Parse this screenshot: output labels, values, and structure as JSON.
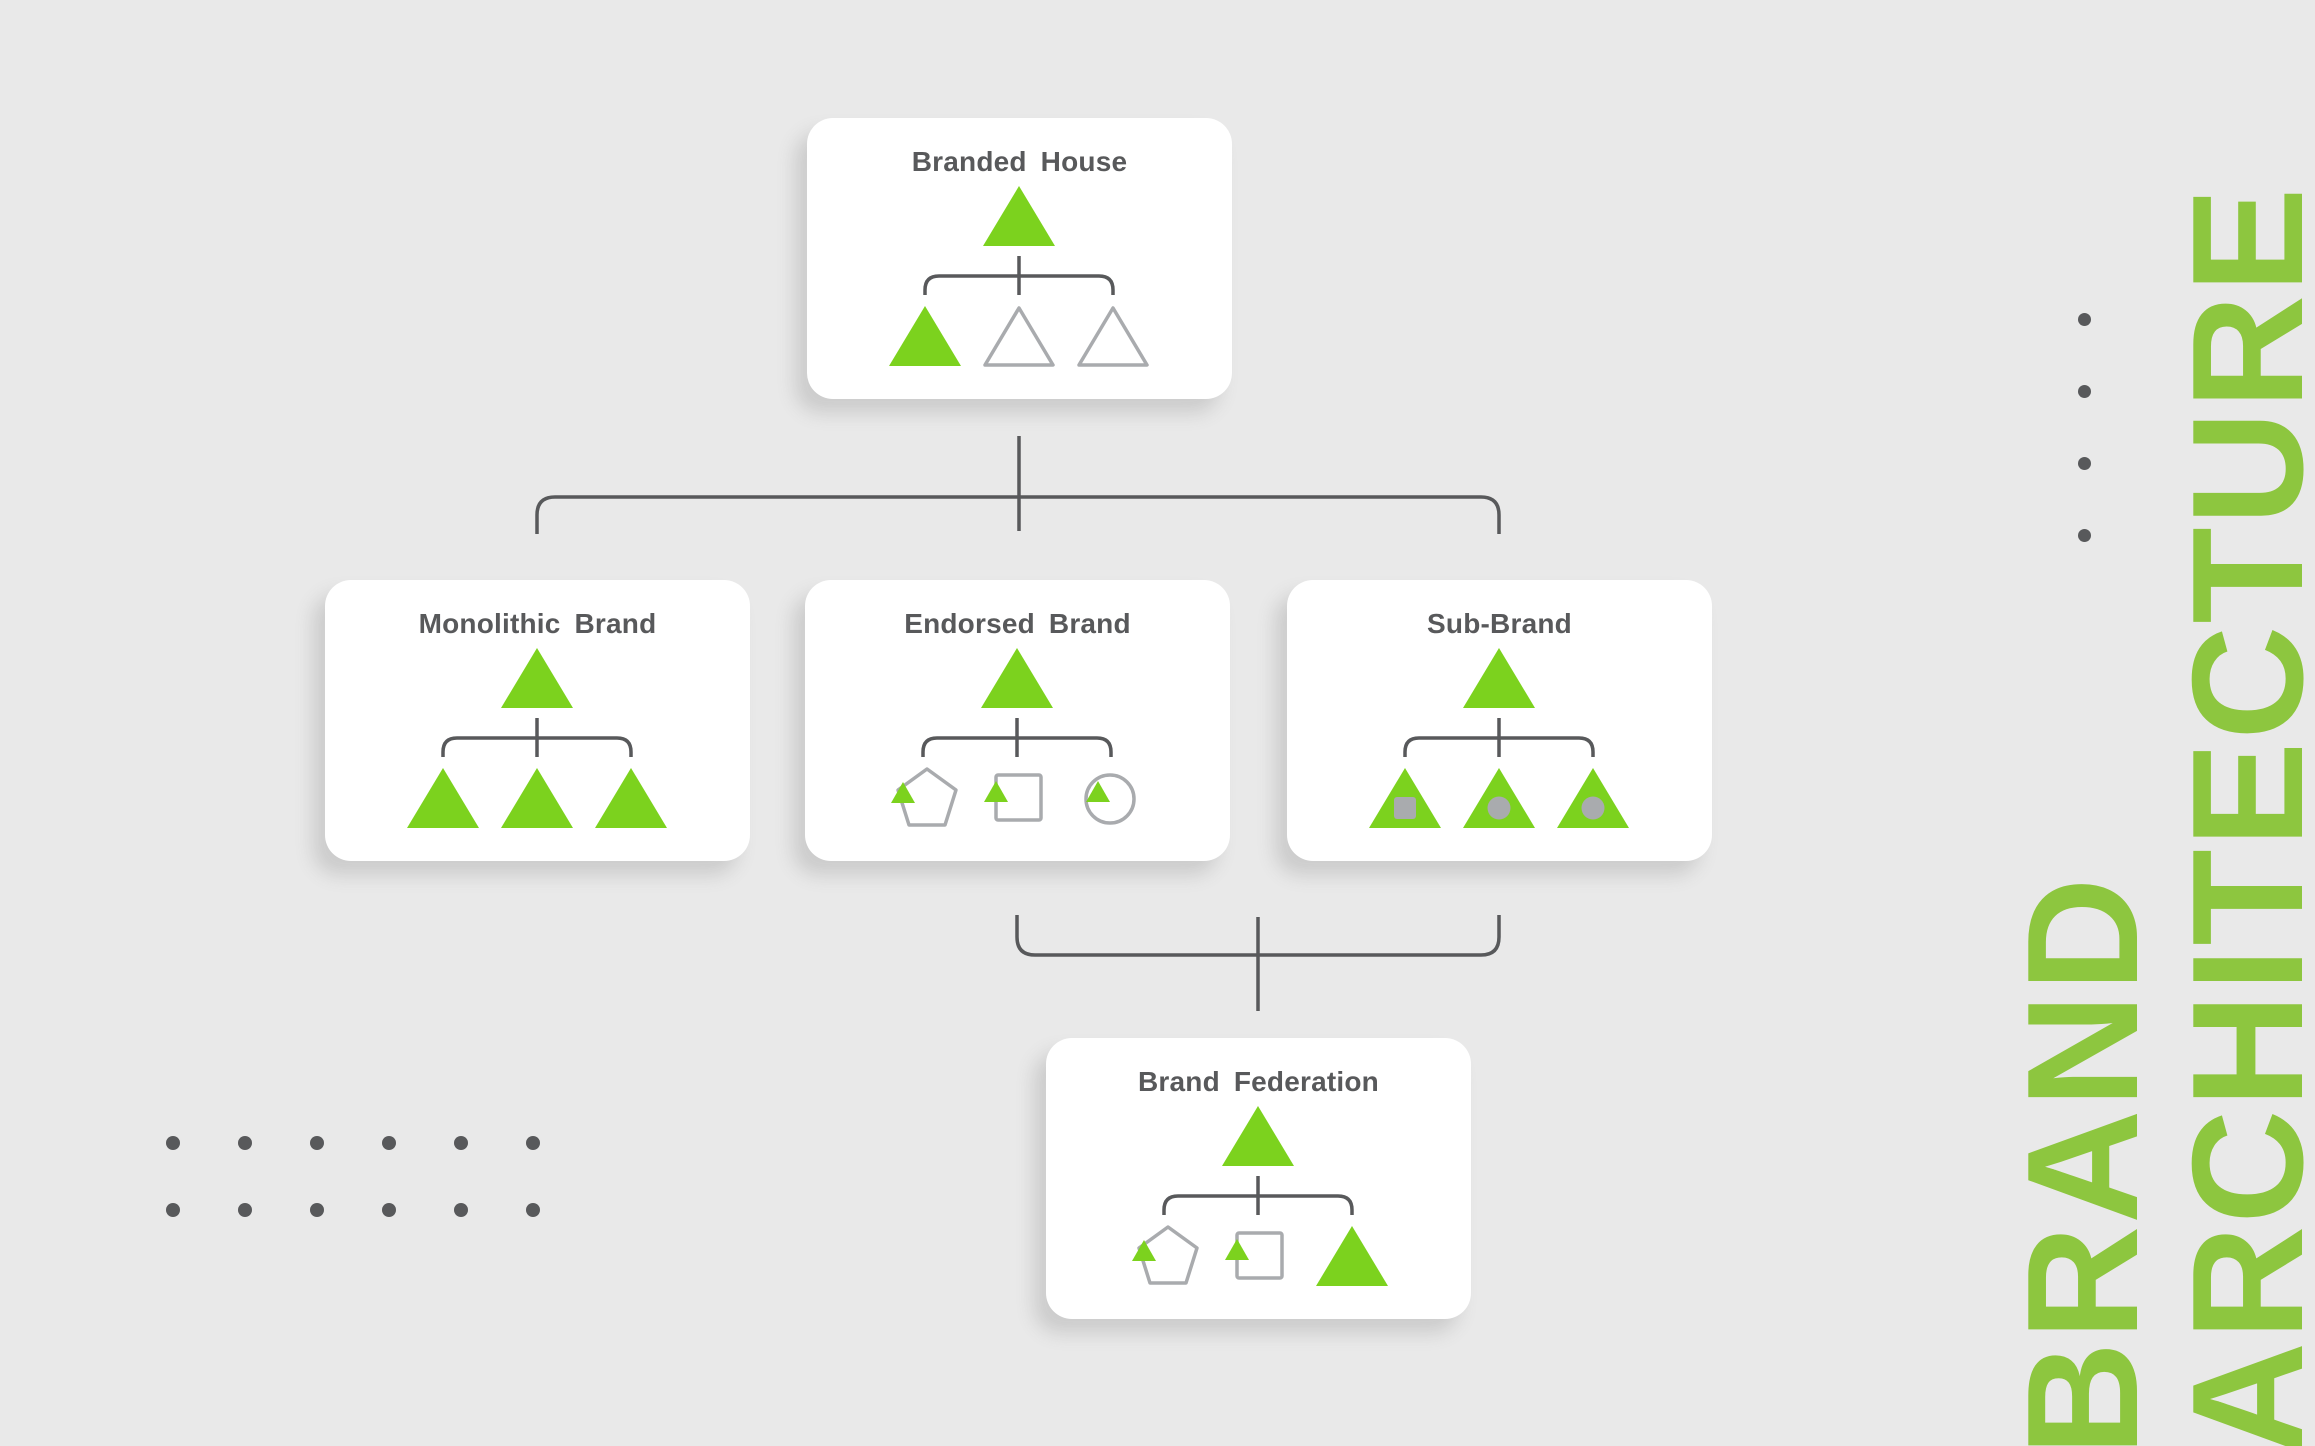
{
  "colors": {
    "background": "#E9E9E9",
    "card_bg": "#FFFFFF",
    "accent_green": "#7CD21E",
    "title_green": "#8DC63F",
    "dark_gray": "#58595B",
    "outline_gray": "#A9ABAE"
  },
  "vertical_title": {
    "line1": "BRAND",
    "line2": "ARCHITECTURE"
  },
  "cards": [
    {
      "title": "Branded House",
      "parent_icon": "triangle-green",
      "children_icons": [
        "triangle-green",
        "triangle-outline",
        "triangle-outline"
      ]
    },
    {
      "title": "Monolithic Brand",
      "parent_icon": "triangle-green",
      "children_icons": [
        "triangle-green",
        "triangle-green",
        "triangle-green"
      ]
    },
    {
      "title": "Endorsed Brand",
      "parent_icon": "triangle-green",
      "children_icons": [
        "pentagon-outline-with-green-triangle",
        "square-outline-with-green-triangle",
        "circle-outline-with-green-triangle"
      ]
    },
    {
      "title": "Sub-Brand",
      "parent_icon": "triangle-green",
      "children_icons": [
        "triangle-green-with-gray-square",
        "triangle-green-with-gray-circle",
        "triangle-green-with-gray-circle"
      ]
    },
    {
      "title": "Brand Federation",
      "parent_icon": "triangle-green",
      "children_icons": [
        "pentagon-outline-with-green-triangle",
        "square-outline-with-green-triangle",
        "triangle-green"
      ]
    }
  ],
  "decorations": {
    "left_dot_grid": {
      "rows": 2,
      "cols": 6
    },
    "right_dot_column": {
      "count": 4
    }
  }
}
